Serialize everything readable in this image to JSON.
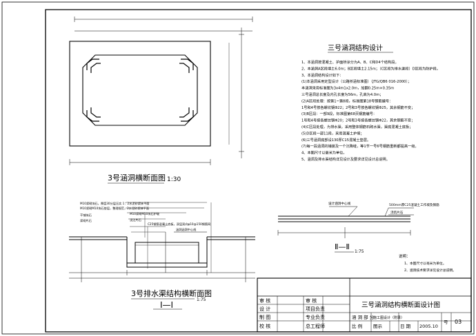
{
  "drawing": {
    "section_title": "3号涵洞横断面图",
    "section_scale": "1:30",
    "notes_title": "三号涵洞结构设计",
    "notes": [
      "1、本涵洞按混凝土、护面桥涂分为A、B、C和D4个结构段。",
      "2、本涵洞A区段填土6.0m；B区段填土2.15m；（C区段为排水渠段）D区段为防护段。",
      "3、本涵洞结构设计如下：",
      "(1)本涵洞采用定型设计（公路桥涵标准图）（JTG/QB6 016-2000）；",
      "   本涵洞采用标准图为3x4m1x2.0m，加翻0.25m×0.35m",
      "   三号涵洞总长度及内孔长度为56m，孔高为4.0m；",
      "(2)A区段处理：按第1~第8段，标准图第18号钢筋编号：",
      "   1号和4号按各螺纹钢Φ22；2号和3号按各螺纹钢Φ25，其余钢筋不变；",
      "(3)B区段：一部9段，标准图第68页钢筋编号：",
      "   1号和4号按各螺纹钢Φ20；2号和3号按各螺纹钢Φ22，其余钢筋不变；",
      "(4)C区段处理，为排水渠，采用整体钢筋石砌水渠，渠底混凝土底板；",
      "(5)D区段一部11段，采用混凝土护坡；",
      "(6)三号涵洞底部设130厚C15混凝土垫层。",
      "(7)每一段涵洞的铺装及一个沉降缝，等1节一号6号钢筋重新都提高一级。",
      "4、本图尺寸以毫米为单位。",
      "5、涵洞及排水渠结构详见设计及要求详见设计总说明。"
    ],
    "channel_title": "3号排水渠结构横断面图",
    "channel_section": "Ⅰ—Ⅰ",
    "channel_scale": "1:75",
    "channel_labels": [
      "M10浆砌块石，厚度30分层压实 1：2水泥砂浆抹平面",
      "M10浆砌M10块石垫层，整理规范，2水泥砂浆抹平面",
      "M10浆砌M10块石护坡",
      "干铺块石",
      "浆砌片石",
      "浇注片石",
      "C25钢筋混凝土底板，双层双向φ10@150钢筋网",
      "涵洞涵洞中心线"
    ],
    "section2_label": "Ⅱ—Ⅱ",
    "section2_scale": "1:75",
    "section2_labels": [
      "设计涵洞中心线",
      "500mm厚C25混凝土工作坡及钢筋",
      "浇筑片石"
    ],
    "small_notes_title": "说明：",
    "small_notes": [
      "1、本图尺寸以毫米为单位。",
      "2、涵洞技术要求详见设计总说明。"
    ],
    "title_block": {
      "rows": [
        [
          "审 核",
          "审 核"
        ],
        [
          "设 计",
          "项目负责"
        ],
        [
          "制 图",
          "专业负责"
        ],
        [
          "校 核",
          "总工程师"
        ]
      ],
      "drawing_name": "三号涵洞结构横断面设计图",
      "stage_label": "涵 洞 部 分",
      "stage_value": "施工图设计（附录）",
      "scale_label": "比 例",
      "scale_value": "图示",
      "date_label": "日 期",
      "date_value": "2005.10",
      "no_label": "号",
      "no_value": "03"
    }
  }
}
